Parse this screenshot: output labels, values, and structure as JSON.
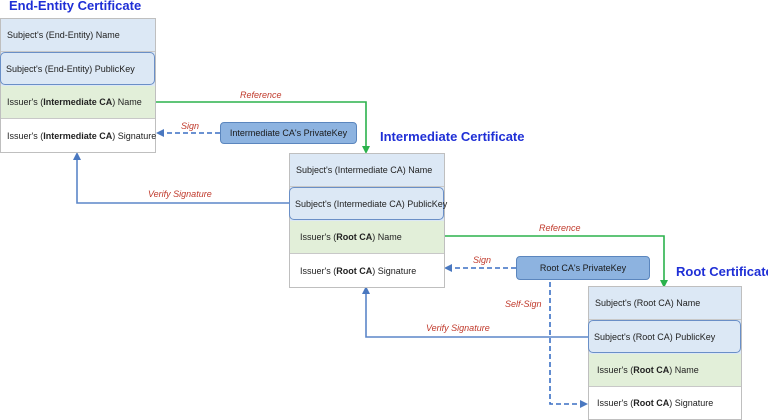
{
  "end_entity": {
    "title": "End-Entity Certificate",
    "subject_name": "Subject's (End-Entity) Name",
    "subject_key": "Subject's (End-Entity) PublicKey",
    "issuer_name_pre": "Issuer's (",
    "issuer_name_bold": "Intermediate CA",
    "issuer_name_post": ") Name",
    "issuer_sig_pre": "Issuer's (",
    "issuer_sig_bold": "Intermediate CA",
    "issuer_sig_post": ") Signature"
  },
  "intermediate": {
    "title": "Intermediate Certificate",
    "subject_name": "Subject's (Intermediate CA) Name",
    "subject_key": "Subject's (Intermediate CA) PublicKey",
    "issuer_name_pre": "Issuer's (",
    "issuer_name_bold": "Root CA",
    "issuer_name_post": ") Name",
    "issuer_sig_pre": "Issuer's (",
    "issuer_sig_bold": "Root CA",
    "issuer_sig_post": ") Signature",
    "private_key": "Intermediate CA's PrivateKey"
  },
  "root": {
    "title": "Root Certificate",
    "subject_name": "Subject's (Root CA) Name",
    "subject_key": "Subject's (Root CA) PublicKey",
    "issuer_name_pre": "Issuer's (",
    "issuer_name_bold": "Root CA",
    "issuer_name_post": ") Name",
    "issuer_sig_pre": "Issuer's (",
    "issuer_sig_bold": "Root CA",
    "issuer_sig_post": ") Signature",
    "private_key": "Root CA's PrivateKey"
  },
  "labels": {
    "reference_1": "Reference",
    "reference_2": "Reference",
    "sign_1": "Sign",
    "sign_2": "Sign",
    "verify_1": "Verify Signature",
    "verify_2": "Verify Signature",
    "self_sign": "Self-Sign"
  },
  "colors": {
    "title": "#1f2fd6",
    "reference_line": "#2bb24c",
    "sign_line": "#3a6fc4",
    "verify_line": "#5b86c8",
    "label": "#c0392b"
  }
}
